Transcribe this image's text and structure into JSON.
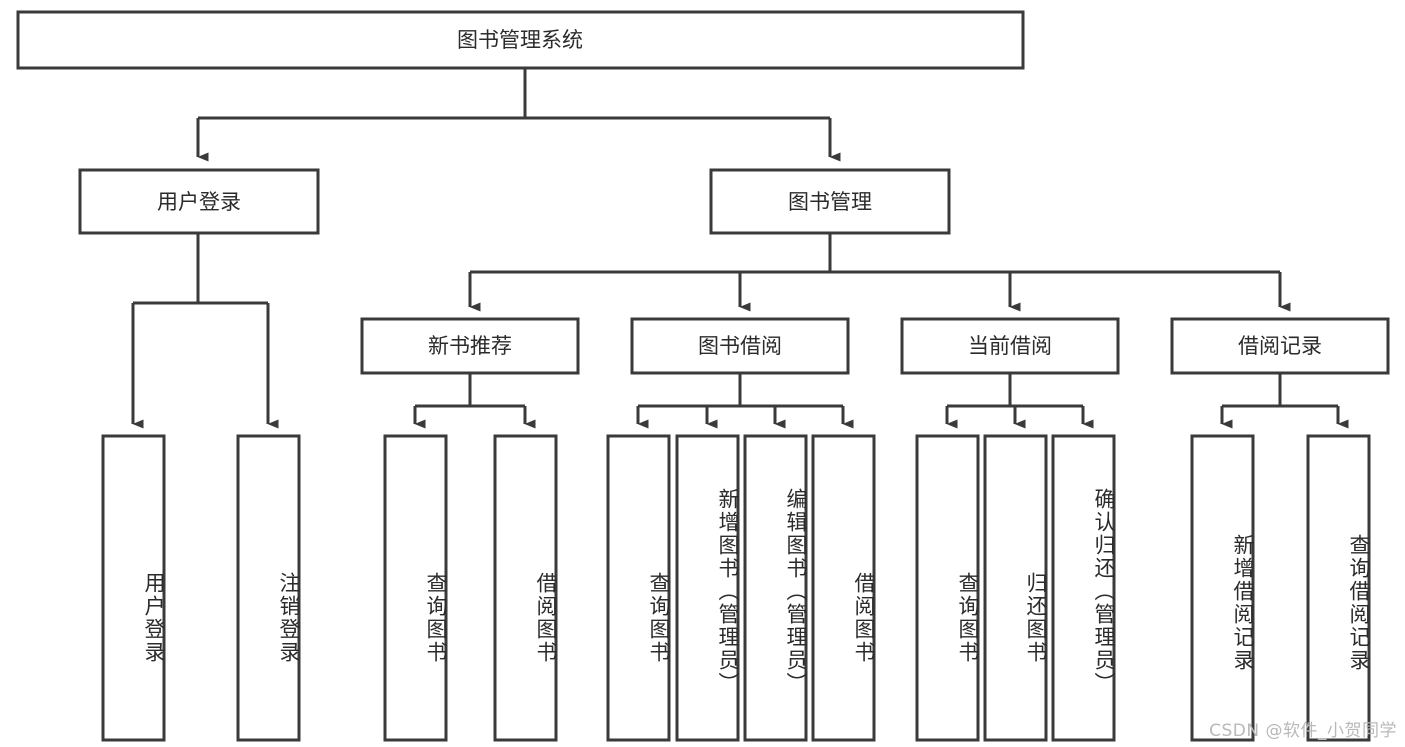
{
  "diagram": {
    "type": "tree",
    "title": "图书管理系统",
    "orientation": "top-down",
    "style": {
      "line_color": "#3a3a3a",
      "box_fill": "#ffffff",
      "text_color": "#2b2b2b",
      "watermark_color": "#b9b9b9"
    },
    "root": {
      "id": "root",
      "label": "图书管理系统"
    },
    "level2": [
      {
        "id": "user-login",
        "label": "用户登录"
      },
      {
        "id": "book-manage",
        "label": "图书管理"
      }
    ],
    "level3": [
      {
        "id": "new-book-recommend",
        "label": "新书推荐",
        "parent": "book-manage"
      },
      {
        "id": "book-borrow",
        "label": "图书借阅",
        "parent": "book-manage"
      },
      {
        "id": "current-borrow",
        "label": "当前借阅",
        "parent": "book-manage"
      },
      {
        "id": "borrow-record",
        "label": "借阅记录",
        "parent": "book-manage"
      }
    ],
    "leaves": [
      {
        "id": "leaf-user-login",
        "label": "用户登录",
        "parent": "user-login"
      },
      {
        "id": "leaf-logout-login",
        "label": "注销登录",
        "parent": "user-login"
      },
      {
        "id": "leaf-query-book-1",
        "label": "查询图书",
        "parent": "new-book-recommend"
      },
      {
        "id": "leaf-borrow-book-1",
        "label": "借阅图书",
        "parent": "new-book-recommend"
      },
      {
        "id": "leaf-query-book-2",
        "label": "查询图书",
        "parent": "book-borrow"
      },
      {
        "id": "leaf-add-book",
        "label": "新增图书（管理员）",
        "parent": "book-borrow"
      },
      {
        "id": "leaf-edit-book",
        "label": "编辑图书（管理员）",
        "parent": "book-borrow"
      },
      {
        "id": "leaf-borrow-book-2",
        "label": "借阅图书",
        "parent": "book-borrow"
      },
      {
        "id": "leaf-query-book-3",
        "label": "查询图书",
        "parent": "current-borrow"
      },
      {
        "id": "leaf-return-book",
        "label": "归还图书",
        "parent": "current-borrow"
      },
      {
        "id": "leaf-confirm-return",
        "label": "确认归还（管理员）",
        "parent": "current-borrow"
      },
      {
        "id": "leaf-add-record",
        "label": "新增借阅记录",
        "parent": "borrow-record"
      },
      {
        "id": "leaf-query-record",
        "label": "查询借阅记录",
        "parent": "borrow-record"
      }
    ]
  },
  "watermark": {
    "text": "CSDN @软件_小贺同学"
  }
}
